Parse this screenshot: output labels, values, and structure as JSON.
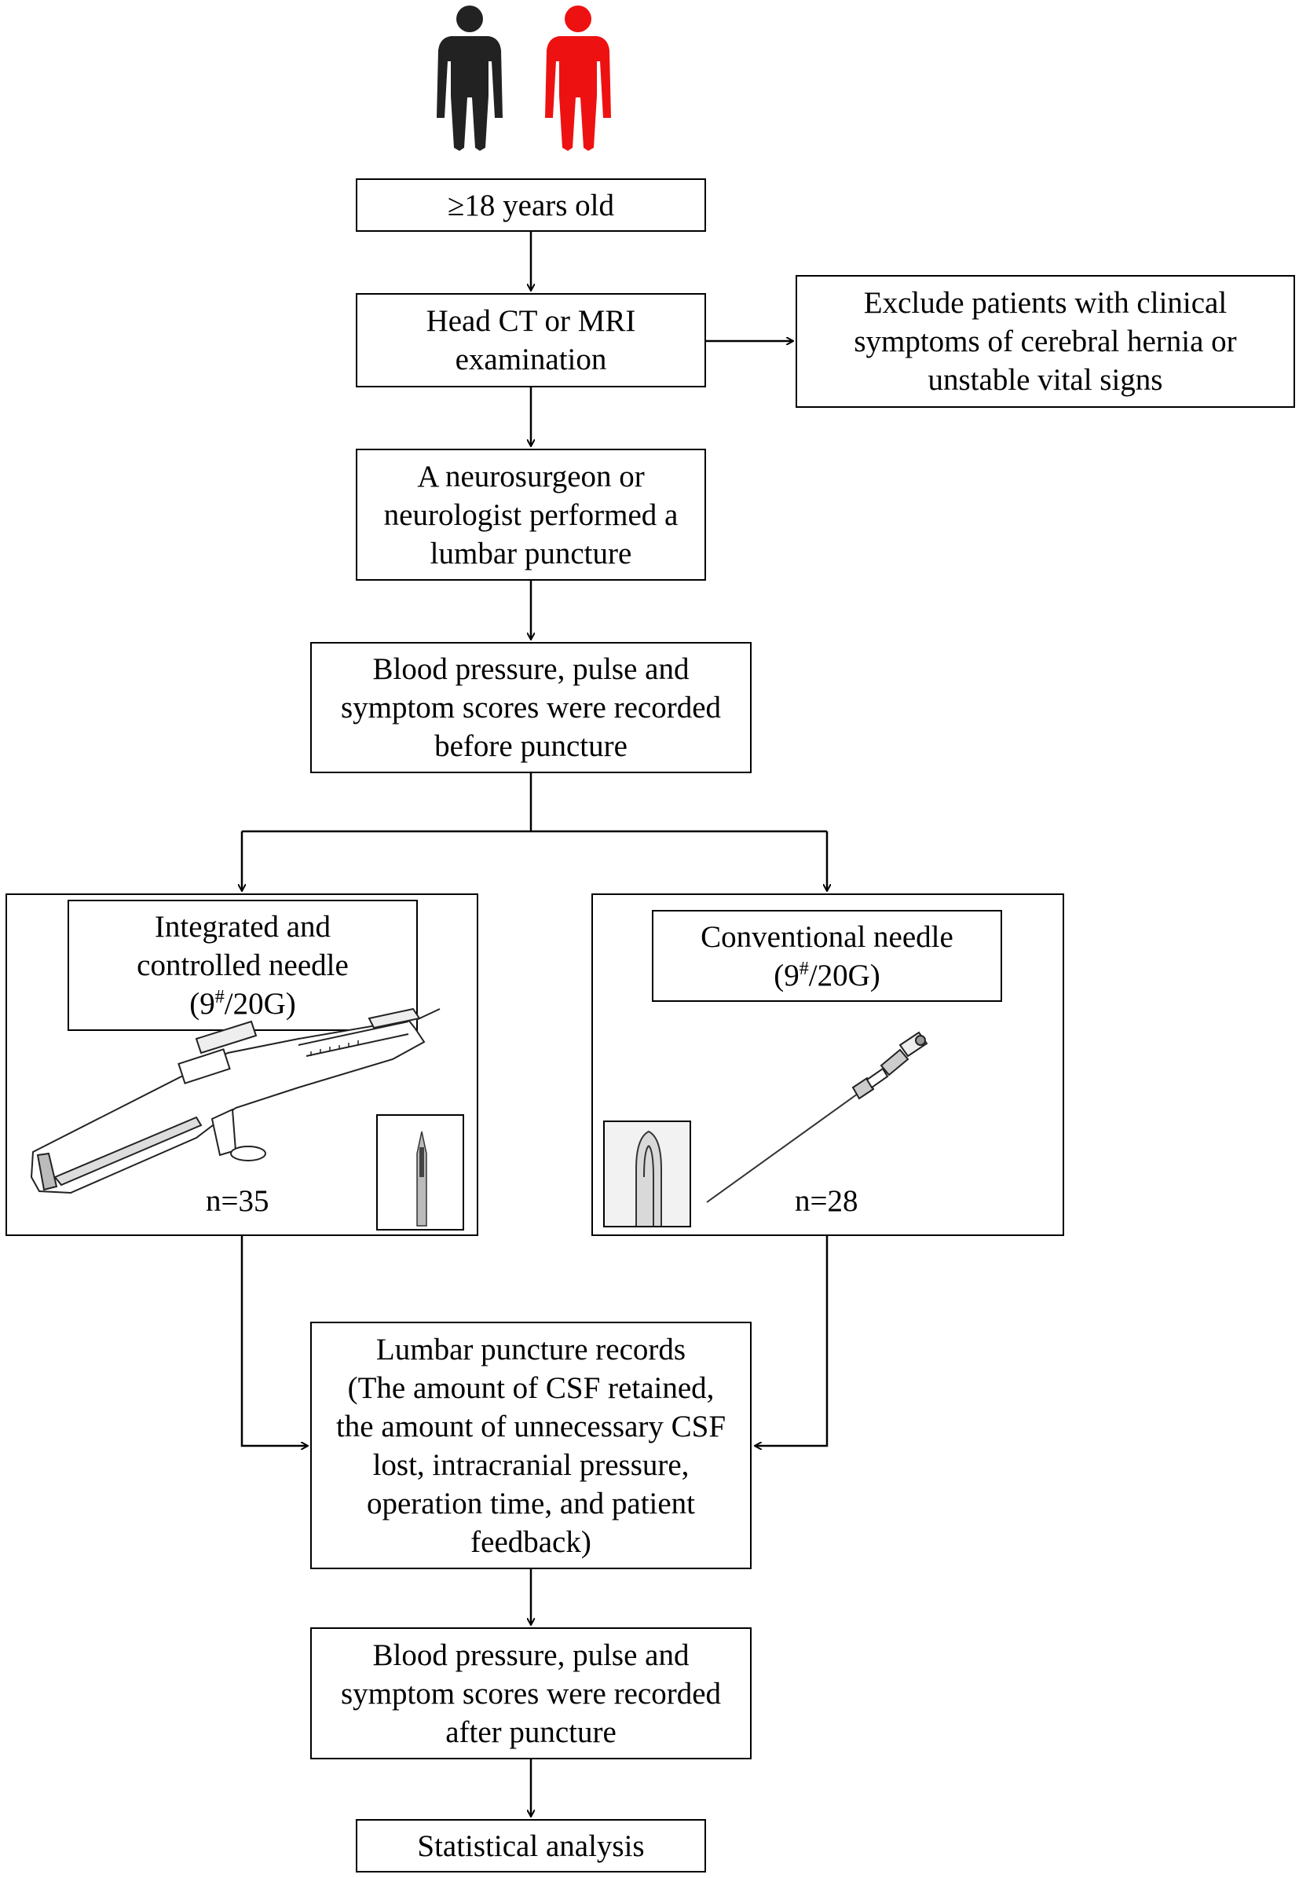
{
  "colors": {
    "person_left": "#222222",
    "person_right": "#ee1111",
    "line": "#000000"
  },
  "steps": {
    "age": {
      "lines": [
        "≥18 years old"
      ]
    },
    "imaging": {
      "lines": [
        "Head CT or MRI",
        "examination"
      ]
    },
    "exclude": {
      "lines": [
        "Exclude patients with clinical",
        "symptoms of cerebral hernia or",
        "unstable vital signs"
      ]
    },
    "puncture": {
      "lines": [
        "A neurosurgeon or",
        "neurologist performed a",
        "lumbar puncture"
      ]
    },
    "before": {
      "lines": [
        "Blood pressure, pulse and",
        "symptom scores were recorded",
        "before puncture"
      ]
    },
    "records": {
      "lines": [
        "Lumbar puncture records",
        "(The amount of CSF retained,",
        "the amount of unnecessary CSF",
        "lost, intracranial pressure,",
        "operation time, and patient",
        "feedback)"
      ]
    },
    "after": {
      "lines": [
        "Blood pressure, pulse and",
        "symptom scores were recorded",
        "after puncture"
      ]
    },
    "stats": {
      "lines": [
        "Statistical analysis"
      ]
    }
  },
  "groups": {
    "integrated": {
      "title_lines": [
        "Integrated and",
        "controlled needle"
      ],
      "size_prefix": "(9",
      "size_sup": "#",
      "size_suffix": "/20G)",
      "n_label": "n=35",
      "device_icon": "integrated-needle-device-icon",
      "tip_icon": "needle-tip-icon"
    },
    "conventional": {
      "title_lines": [
        "Conventional needle"
      ],
      "size_prefix": "(9",
      "size_sup": "#",
      "size_suffix": "/20G)",
      "n_label": "n=28",
      "device_icon": "conventional-needle-icon",
      "tip_icon": "needle-tip-icon"
    }
  }
}
